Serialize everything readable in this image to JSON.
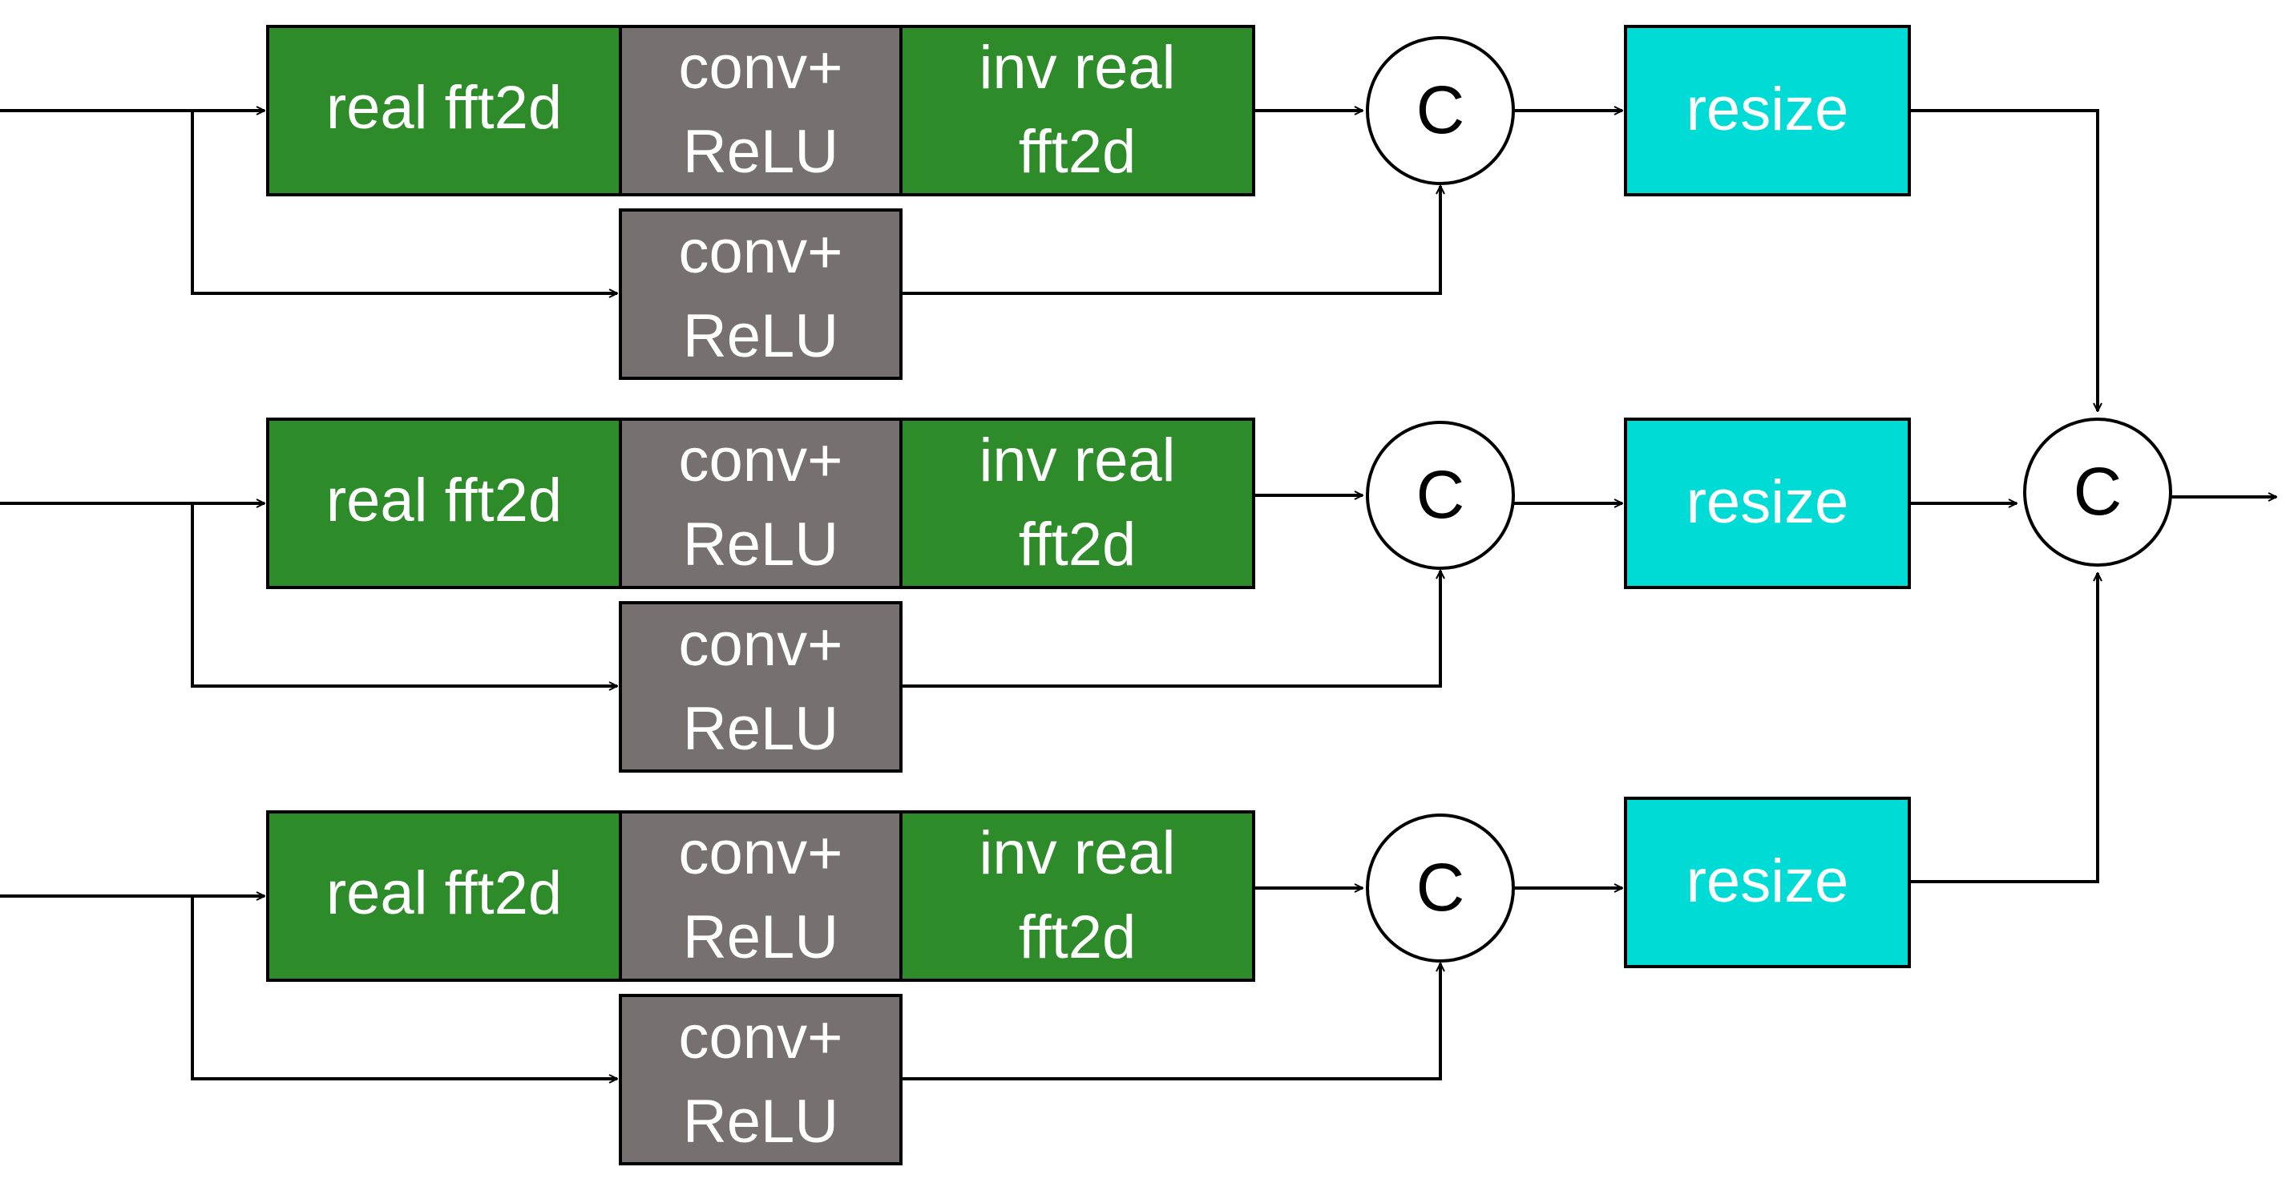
{
  "colors": {
    "fft": "#2e8b2a",
    "conv": "#767070",
    "resize": "#00dcd5",
    "stroke": "#000000",
    "text_on_block": "#ffffff",
    "text_on_node": "#000000"
  },
  "branches": [
    {
      "fft_label": "real fft2d",
      "conv_main": [
        "conv+",
        "ReLU"
      ],
      "inv_fft": [
        "inv real",
        "fft2d"
      ],
      "conv_skip": [
        "conv+",
        "ReLU"
      ],
      "concat_label": "C",
      "resize_label": "resize"
    },
    {
      "fft_label": "real fft2d",
      "conv_main": [
        "conv+",
        "ReLU"
      ],
      "inv_fft": [
        "inv real",
        "fft2d"
      ],
      "conv_skip": [
        "conv+",
        "ReLU"
      ],
      "concat_label": "C",
      "resize_label": "resize"
    },
    {
      "fft_label": "real fft2d",
      "conv_main": [
        "conv+",
        "ReLU"
      ],
      "inv_fft": [
        "inv real",
        "fft2d"
      ],
      "conv_skip": [
        "conv+",
        "ReLU"
      ],
      "concat_label": "C",
      "resize_label": "resize"
    }
  ],
  "final_concat_label": "C"
}
